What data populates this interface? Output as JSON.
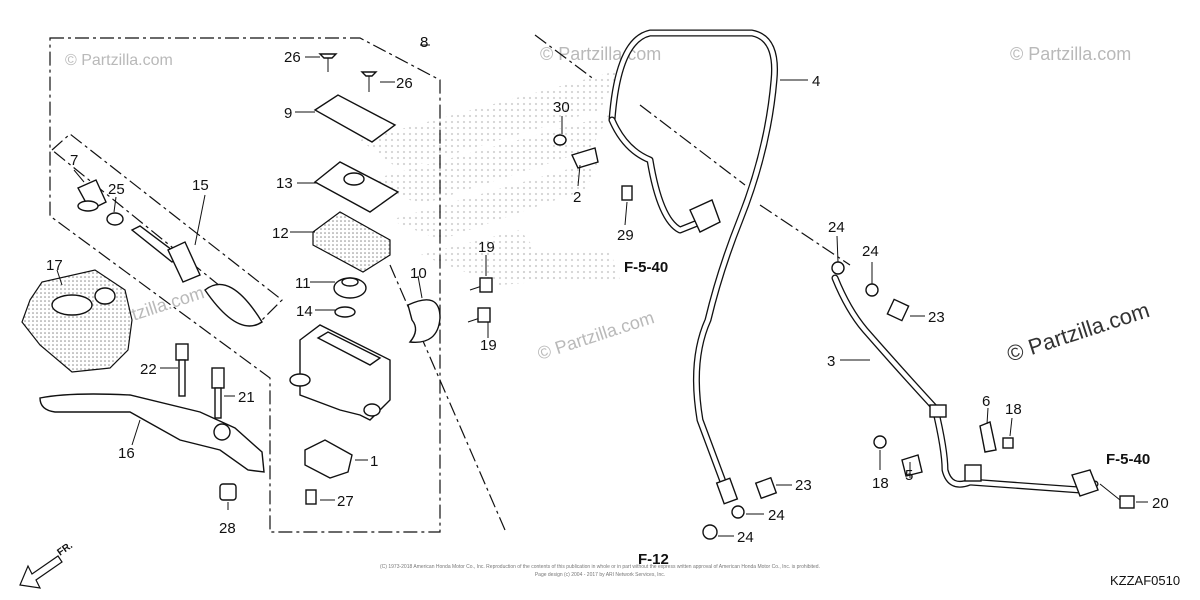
{
  "watermarks": [
    "© Partzilla.com",
    "© Partzilla.com",
    "© Partzilla.com",
    "© Partzilla.com",
    "© Partzilla.com",
    "© Partzilla.com"
  ],
  "callouts": {
    "c1": "1",
    "c2": "2",
    "c3": "3",
    "c4": "4",
    "c5": "5",
    "c6": "6",
    "c7": "7",
    "c8": "8",
    "c9": "9",
    "c10": "10",
    "c11": "11",
    "c12": "12",
    "c13": "13",
    "c14": "14",
    "c15": "15",
    "c16": "16",
    "c17": "17",
    "c18a": "18",
    "c18b": "18",
    "c19a": "19",
    "c19b": "19",
    "c20": "20",
    "c21": "21",
    "c22": "22",
    "c23a": "23",
    "c23b": "23",
    "c24a": "24",
    "c24b": "24",
    "c24c": "24",
    "c24d": "24",
    "c25": "25",
    "c26a": "26",
    "c26b": "26",
    "c27": "27",
    "c28": "28",
    "c29": "29",
    "c30": "30"
  },
  "refs": {
    "left": "F-5-40",
    "right": "F-5-40",
    "bottom": "F-12"
  },
  "direction_label": "FR.",
  "diagram_code": "KZZAF0510",
  "footer": {
    "line1": "(C) 1973-2018 American Honda Motor Co., Inc. Reproduction of the contents of this publication in whole or in part without the express written approval of American Honda Motor Co., Inc. is prohibited.",
    "line2": "Page design (c) 2004 - 2017 by ARI Network Services, Inc."
  }
}
